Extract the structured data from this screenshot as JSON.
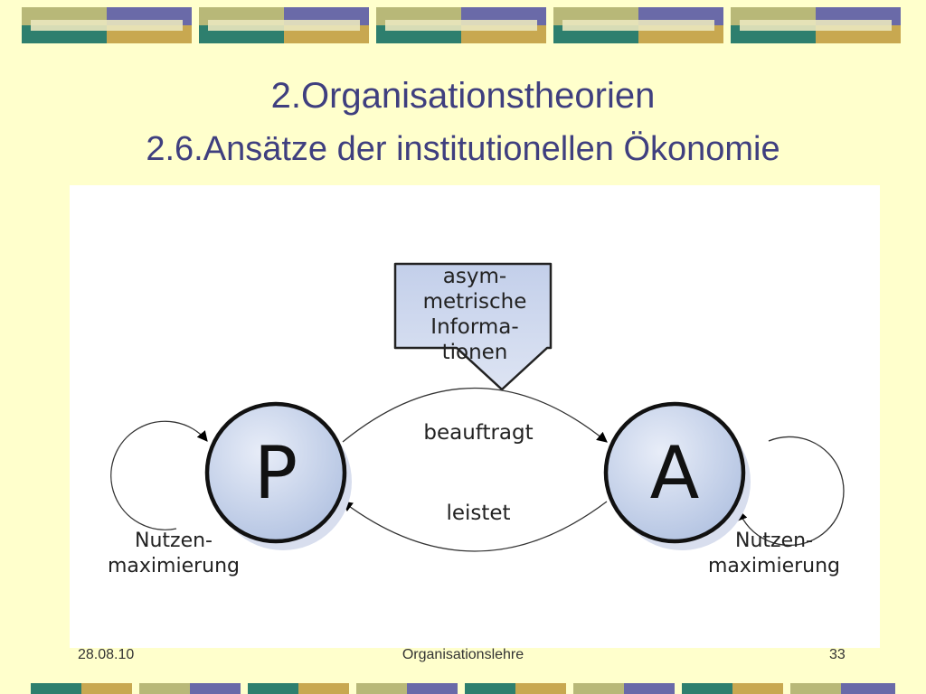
{
  "slide": {
    "title": "2.Organisationstheorien",
    "subtitle": "2.6.Ansätze der institutionellen Ökonomie"
  },
  "diagram": {
    "principal_letter": "P",
    "agent_letter": "A",
    "info_arrow_lines": [
      "asym-",
      "metrische",
      "Informa-",
      "tionen"
    ],
    "top_arrow_label": "beauftragt",
    "bottom_arrow_label": "leistet",
    "principal_loop_lines": [
      "Nutzen-",
      "maximierung"
    ],
    "agent_loop_lines": [
      "Nutzen-",
      "maximierung"
    ]
  },
  "footer": {
    "date": "28.08.10",
    "title": "Organisationslehre",
    "page_number": "33"
  },
  "colors": {
    "background": "#FFFFCC",
    "title": "#3F3F7F",
    "band_olive": "#B8B878",
    "band_purple": "#6A6AA8",
    "band_teal": "#2E7F6E",
    "band_gold": "#C8A850",
    "circle_fill": "#C9D3EA",
    "arrow_fill": "#C9D3EA"
  }
}
